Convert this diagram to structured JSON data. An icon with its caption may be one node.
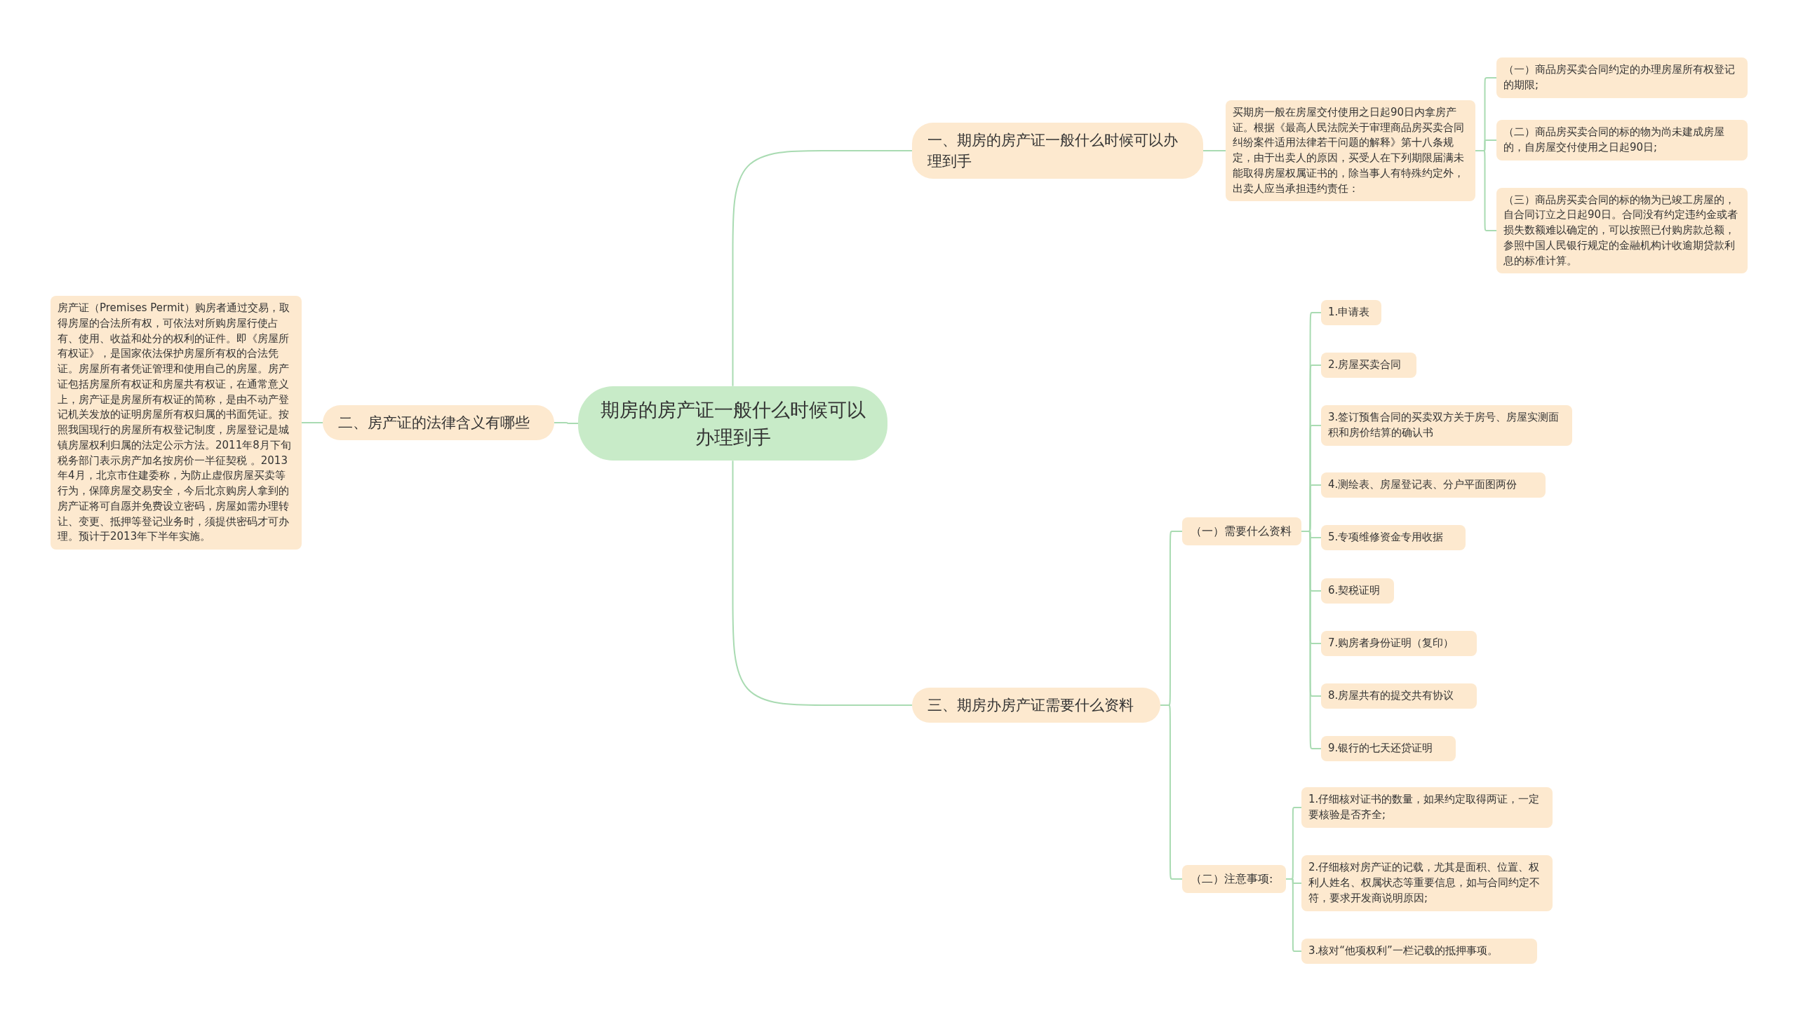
{
  "diagram": {
    "nodes": [
      {
        "text": [
          "期房的房产证一般什么时候可以办理到手"
        ]
      },
      {
        "text": [
          "一、期房的房产证一般什么时候可以办理到手"
        ]
      },
      {
        "text": [
          "买期房一般在房屋交付使用之日起90日内拿房产证。根据《最高人民法院关于审理商品房买卖合同纠纷案件适用法律若干问题的解释》第十八条规定，由于出卖人的原因，买受人在下列期限届满未能取得房屋权属证书的，除当事人有特殊约定外，出卖人应当承担违约责任："
        ]
      },
      {
        "text": [
          "（一）商品房买卖合同约定的办理房屋所有权登记的期限;"
        ]
      },
      {
        "text": [
          "（二）商品房买卖合同的标的物为尚未建成房屋的，自房屋交付使用之日起90日;"
        ]
      },
      {
        "text": [
          "（三）商品房买卖合同的标的物为已竣工房屋的，自合同订立之日起90日。合同没有约定违约金或者损失数额难以确定的，可以按照已付购房款总额，参照中国人民银行规定的金融机构计收逾期贷款利息的标准计算。"
        ]
      },
      {
        "text": [
          "二、房产证的法律含义有哪些"
        ]
      },
      {
        "text": [
          "房产证（Premises Permit）购房者通过交易，取得房屋的合法所有权，可依法对所购房屋行使占有、使用、收益和处分的权利的证件。即《房屋所有权证》，是国家依法保护房屋所有权的合法凭证。房屋所有者凭证管理和使用自己的房屋。房产证包括房屋所有权证和房屋共有权证，在通常意义上，房产证是房屋所有权证的简称，是由不动产登记机关发放的证明房屋所有权归属的书面凭证。按照我国现行的房屋所有权登记制度，房屋登记是城镇房屋权利归属的法定公示方法。2011年8月下旬税务部门表示房产加名按房价一半征契税 。2013年4月，北京市住建委称，为防止虚假房屋买卖等行为，保障房屋交易安全，今后北京购房人拿到的房产证将可自愿并免费设立密码，房屋如需办理转让、变更、抵押等登记业务时，须提供密码才可办理。预计于2013年下半年实施。"
        ]
      },
      {
        "text": [
          "三、期房办房产证需要什么资料"
        ]
      },
      {
        "text": [
          "（一）需要什么资料"
        ]
      },
      {
        "text": [
          "1.申请表"
        ]
      },
      {
        "text": [
          "2.房屋买卖合同"
        ]
      },
      {
        "text": [
          "3.签订预售合同的买卖双方关于房号、房屋实测面积和房价结算的确认书"
        ]
      },
      {
        "text": [
          "4.测绘表、房屋登记表、分户平面图两份"
        ]
      },
      {
        "text": [
          "5.专项维修资金专用收据"
        ]
      },
      {
        "text": [
          "6.契税证明"
        ]
      },
      {
        "text": [
          "7.购房者身份证明（复印）"
        ]
      },
      {
        "text": [
          "8.房屋共有的提交共有协议"
        ]
      },
      {
        "text": [
          "9.银行的七天还贷证明"
        ]
      },
      {
        "text": [
          "（二）注意事项:"
        ]
      },
      {
        "text": [
          "1.仔细核对证书的数量，如果约定取得两证，一定要核验是否齐全;"
        ]
      },
      {
        "text": [
          "2.仔细核对房产证的记载，尤其是面积、位置、权利人姓名、权属状态等重要信息，如与合同约定不符，要求开发商说明原因;"
        ]
      },
      {
        "text": [
          "3.核对“他项权利”一栏记载的抵押事项。"
        ]
      }
    ],
    "edges": [
      {
        "from": 0,
        "to": 1,
        "arrow": "none"
      },
      {
        "from": 1,
        "to": 2,
        "arrow": "none"
      },
      {
        "from": 2,
        "to": 3,
        "arrow": "none"
      },
      {
        "from": 2,
        "to": 4,
        "arrow": "none"
      },
      {
        "from": 2,
        "to": 5,
        "arrow": "none"
      },
      {
        "from": 0,
        "to": 6,
        "arrow": "none"
      },
      {
        "from": 6,
        "to": 7,
        "arrow": "none"
      },
      {
        "from": 0,
        "to": 8,
        "arrow": "none"
      },
      {
        "from": 8,
        "to": 9,
        "arrow": "none"
      },
      {
        "from": 9,
        "to": 10,
        "arrow": "none"
      },
      {
        "from": 9,
        "to": 11,
        "arrow": "none"
      },
      {
        "from": 9,
        "to": 12,
        "arrow": "none"
      },
      {
        "from": 9,
        "to": 13,
        "arrow": "none"
      },
      {
        "from": 9,
        "to": 14,
        "arrow": "none"
      },
      {
        "from": 9,
        "to": 15,
        "arrow": "none"
      },
      {
        "from": 9,
        "to": 16,
        "arrow": "none"
      },
      {
        "from": 9,
        "to": 17,
        "arrow": "none"
      },
      {
        "from": 9,
        "to": 18,
        "arrow": "none"
      },
      {
        "from": 8,
        "to": 19,
        "arrow": "none"
      },
      {
        "from": 19,
        "to": 20,
        "arrow": "none"
      },
      {
        "from": 19,
        "to": 21,
        "arrow": "none"
      },
      {
        "from": 19,
        "to": 22,
        "arrow": "none"
      }
    ]
  }
}
